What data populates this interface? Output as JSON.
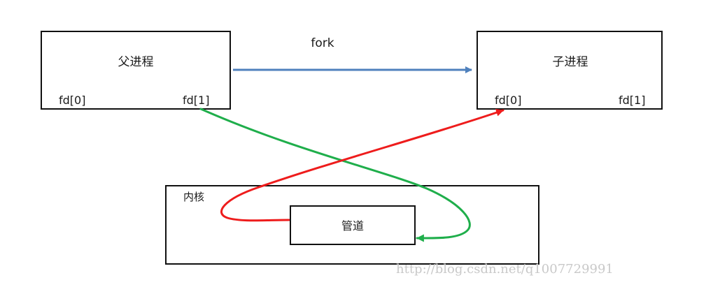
{
  "diagram": {
    "parent_process": {
      "title": "父进程",
      "fd_read": "fd[0]",
      "fd_write": "fd[1]"
    },
    "child_process": {
      "title": "子进程",
      "fd_read": "fd[0]",
      "fd_write": "fd[1]"
    },
    "fork_label": "fork",
    "kernel": {
      "title": "内核",
      "pipe_label": "管道"
    },
    "colors": {
      "fork_arrow": "#4f81bd",
      "write_arrow": "#1fae4b",
      "read_arrow": "#ee1c1c",
      "box_border": "#111111"
    }
  },
  "watermark": "http://blog.csdn.net/q1007729991"
}
